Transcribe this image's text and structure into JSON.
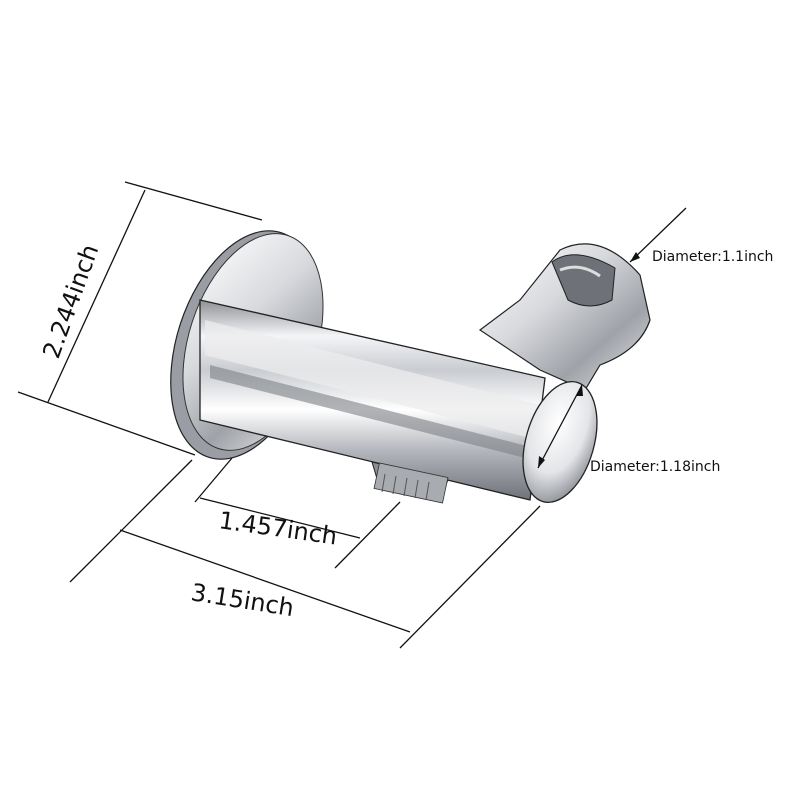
{
  "diagram": {
    "dimensions": {
      "height": "2.244inch",
      "inner_length": "1.457inch",
      "total_length": "3.15inch",
      "holder_diameter": "Diameter:1.1inch",
      "body_diameter": "Diameter:1.18inch"
    }
  }
}
